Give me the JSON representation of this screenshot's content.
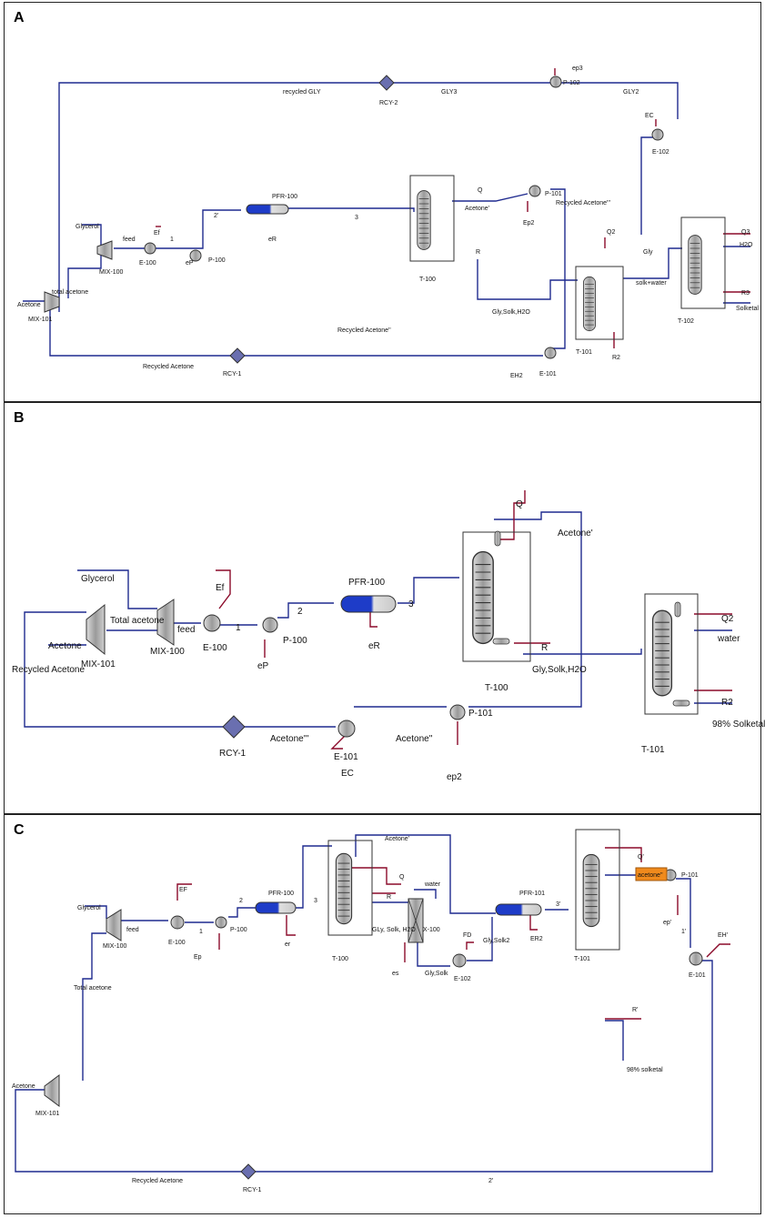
{
  "panels": [
    {
      "label": "A"
    },
    {
      "label": "B"
    },
    {
      "label": "C"
    }
  ],
  "a": {
    "streams": {
      "recycled_gly": "recycled GLY",
      "gly3": "GLY3",
      "ep3": "ep3",
      "gly2": "GLY2",
      "ec": "EC",
      "glycerol": "Glycerol",
      "ef": "Ef",
      "feed": "feed",
      "one": "1",
      "two": "2'",
      "three": "3",
      "er": "eR",
      "ep": "eP",
      "q": "Q",
      "acetone_p": "Acetone'",
      "ep2": "Ep2",
      "recycled_acetone_ppp": "Recycled Acetone'''",
      "r": "R",
      "q2": "Q2",
      "gly": "Gly",
      "solk_water": "solk+water",
      "q3": "Q3",
      "h2o": "H2O",
      "r3": "R3",
      "solketal": "Solketal",
      "total_acetone": "total acetone",
      "acetone": "Acetone",
      "gly_solk_h2o": "Gly,Solk,H2O",
      "recycled_acetone_pp": "Recycled Acetone''",
      "recycled_acetone": "Recycled Acetone",
      "eh2": "EH2",
      "r2": "R2"
    },
    "units": {
      "rcy2": "RCY-2",
      "p102": "P-102",
      "e102": "E-102",
      "pfr100": "PFR-100",
      "p101": "P-101",
      "mix100": "MIX-100",
      "e100": "E-100",
      "p100": "P-100",
      "t100": "T-100",
      "mix101": "MIX-101",
      "t101": "T-101",
      "t102": "T-102",
      "rcy1": "RCY-1",
      "e101": "E-101"
    }
  },
  "b": {
    "streams": {
      "q": "Q",
      "acetone_p": "Acetone'",
      "glycerol": "Glycerol",
      "ef": "Ef",
      "three": "3",
      "two": "2",
      "one": "1",
      "feed": "feed",
      "total_acetone": "Total acetone",
      "acetone": "Acetone",
      "er": "eR",
      "ep": "eP",
      "r": "R",
      "gly_solk_h2o": "Gly,Solk,H2O",
      "q2": "Q2",
      "water": "water",
      "r2": "R2",
      "solketal98": "98% Solketal",
      "recycled_acetone": "Recycled Acetone",
      "acetone_ppp": "Acetone'''",
      "acetone_pp": "Acetone''",
      "ec": "EC",
      "ep2": "ep2"
    },
    "units": {
      "pfr100": "PFR-100",
      "mix101": "MIX-101",
      "mix100": "MIX-100",
      "e100": "E-100",
      "p100": "P-100",
      "t100": "T-100",
      "t101": "T-101",
      "rcy1": "RCY-1",
      "e101": "E-101",
      "p101": "P-101"
    }
  },
  "c": {
    "streams": {
      "acetone_p": "Acetone'",
      "q": "Q",
      "three": "3",
      "water": "water",
      "three_p": "3'",
      "q_p": "Q'",
      "acetone_pp": "acetone''",
      "glycerol": "Glycerol",
      "ef": "EF",
      "two": "2",
      "feed": "feed",
      "one": "1",
      "er": "er",
      "ep": "Ep",
      "r": "R",
      "gly_solk_h2o": "GLy, Solk, H2O",
      "fd": "FD",
      "gly_solk2": "Gly,Solk2",
      "er2": "ER2",
      "r_p": "R'",
      "ep_p": "ep'",
      "one_p": "1'",
      "eh_p": "EH'",
      "es": "es",
      "gly_solk": "Gly,Solk",
      "solketal98": "98% solketal",
      "total_acetone": "Total acetone",
      "acetone": "Acetone",
      "recycled_acetone": "Recycled Acetone",
      "two_p": "2'"
    },
    "units": {
      "t100": "T-100",
      "pfr100": "PFR-100",
      "pfr101": "PFR-101",
      "p101": "P-101",
      "mix100": "MIX-100",
      "e100": "E-100",
      "p100": "P-100",
      "x100": "X-100",
      "e102": "E-102",
      "t101": "T-101",
      "e101": "E-101",
      "mix101": "MIX-101",
      "rcy1": "RCY-1"
    }
  },
  "colors": {
    "material": "#1f2a8f",
    "energy": "#8b0a2a",
    "reactor": "#1e3cc8",
    "highlight": "#f08a1c"
  }
}
